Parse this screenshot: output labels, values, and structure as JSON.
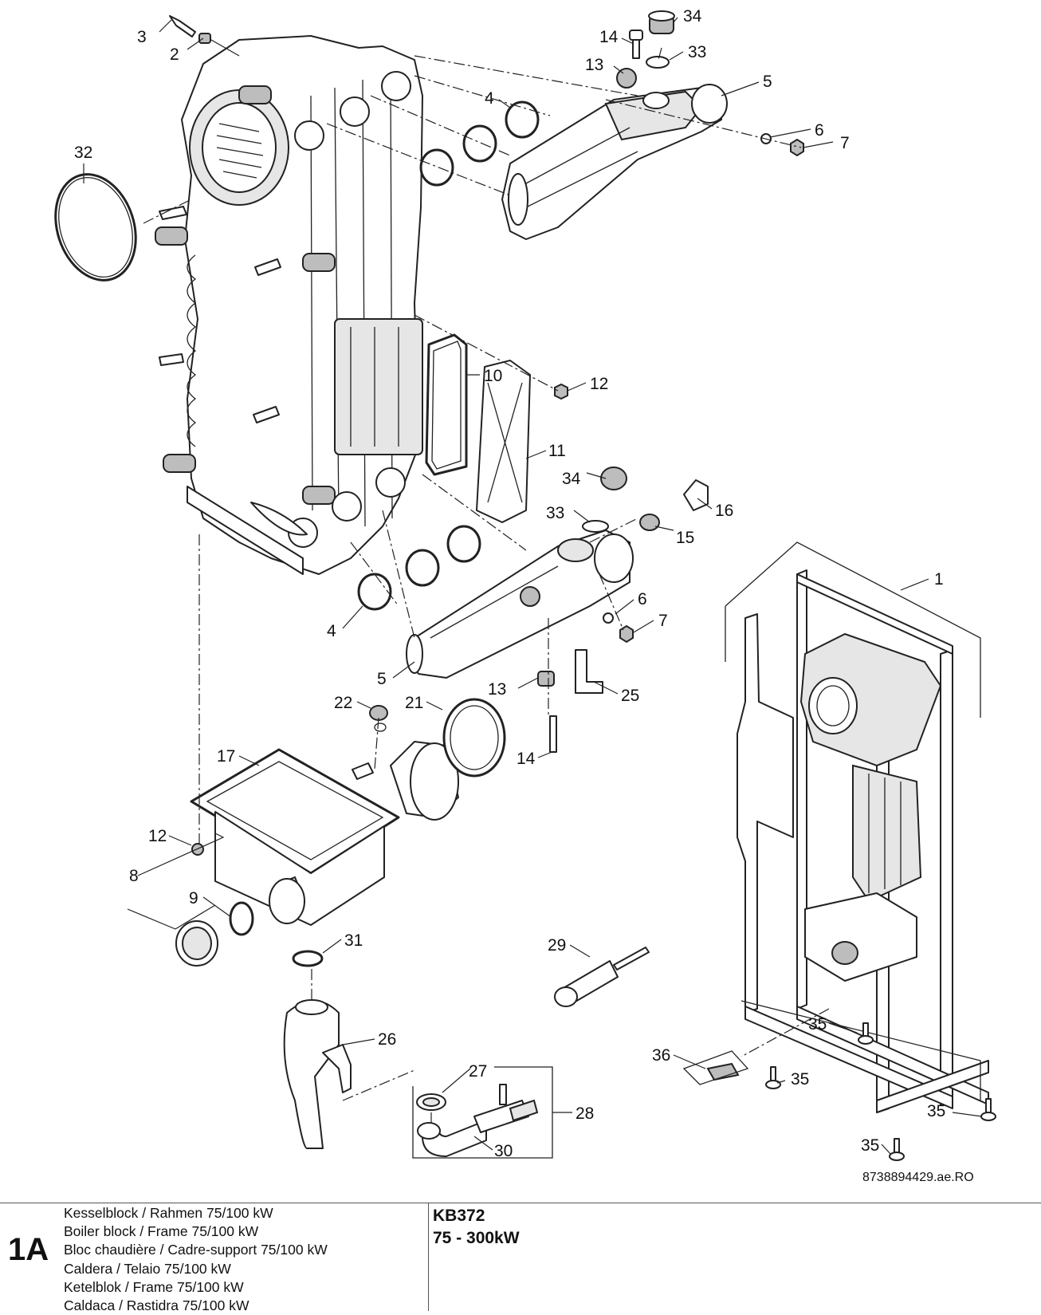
{
  "callouts": [
    {
      "id": "c3",
      "text": "3"
    },
    {
      "id": "c2",
      "text": "2"
    },
    {
      "id": "c32",
      "text": "32"
    },
    {
      "id": "c14a",
      "text": "14"
    },
    {
      "id": "c34a",
      "text": "34"
    },
    {
      "id": "c33a",
      "text": "33"
    },
    {
      "id": "c13a",
      "text": "13"
    },
    {
      "id": "c5a",
      "text": "5"
    },
    {
      "id": "c4a",
      "text": "4"
    },
    {
      "id": "c6a",
      "text": "6"
    },
    {
      "id": "c7a",
      "text": "7"
    },
    {
      "id": "c10",
      "text": "10"
    },
    {
      "id": "c12a",
      "text": "12"
    },
    {
      "id": "c11",
      "text": "11"
    },
    {
      "id": "c34b",
      "text": "34"
    },
    {
      "id": "c16",
      "text": "16"
    },
    {
      "id": "c33b",
      "text": "33"
    },
    {
      "id": "c15",
      "text": "15"
    },
    {
      "id": "c1",
      "text": "1"
    },
    {
      "id": "c6b",
      "text": "6"
    },
    {
      "id": "c7b",
      "text": "7"
    },
    {
      "id": "c4b",
      "text": "4"
    },
    {
      "id": "c5b",
      "text": "5"
    },
    {
      "id": "c13b",
      "text": "13"
    },
    {
      "id": "c25",
      "text": "25"
    },
    {
      "id": "c22",
      "text": "22"
    },
    {
      "id": "c21",
      "text": "21"
    },
    {
      "id": "c17",
      "text": "17"
    },
    {
      "id": "c14b",
      "text": "14"
    },
    {
      "id": "c12b",
      "text": "12"
    },
    {
      "id": "c8",
      "text": "8"
    },
    {
      "id": "c9",
      "text": "9"
    },
    {
      "id": "c31",
      "text": "31"
    },
    {
      "id": "c29",
      "text": "29"
    },
    {
      "id": "c35a",
      "text": "35"
    },
    {
      "id": "c36",
      "text": "36"
    },
    {
      "id": "c35b",
      "text": "35"
    },
    {
      "id": "c26",
      "text": "26"
    },
    {
      "id": "c27",
      "text": "27"
    },
    {
      "id": "c35c",
      "text": "35"
    },
    {
      "id": "c28",
      "text": "28"
    },
    {
      "id": "c35d",
      "text": "35"
    },
    {
      "id": "c30",
      "text": "30"
    }
  ],
  "drawing_ref": "8738894429.ae.RO",
  "title_block": {
    "sheet": "1A",
    "descriptions": [
      "Kesselblock / Rahmen 75/100 kW",
      "Boiler block / Frame 75/100 kW",
      "Bloc chaudière / Cadre-support 75/100 kW",
      "Caldera / Telaio 75/100 kW",
      "Ketelblok / Frame 75/100 kW",
      "Caldaca / Rastidra 75/100 kW"
    ],
    "model": "KB372",
    "power_range": "75 - 300kW"
  }
}
